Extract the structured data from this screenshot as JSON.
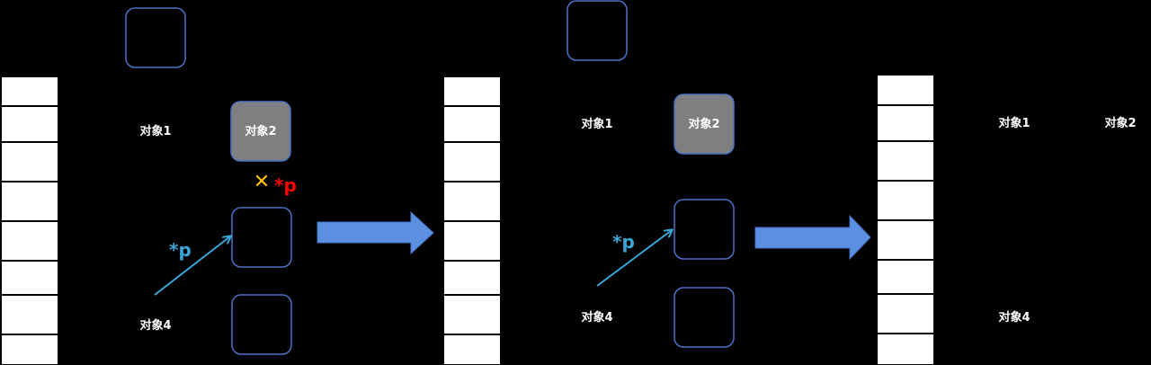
{
  "colors": {
    "background": "#000000",
    "box_stroke": "#4a72c4",
    "box_fill": "#000000",
    "selected_box_fill": "#7f7f7f",
    "memory_cell_fill": "#ffffff",
    "memory_cell_stroke": "#000000",
    "arrow_fill": "#5b8fe0",
    "pointer_color": "#3aa6d8",
    "text_color": "#ffffff",
    "dangling_pointer_color": "#ff0000",
    "cross_color": "#ffc000"
  },
  "icons": {
    "transition_arrow": "right-block-arrow",
    "invalid_mark": "cross-icon"
  },
  "labels": {
    "object_1": "对象1",
    "object_2": "对象2",
    "object_4": "对象4",
    "pointer": "*p",
    "cross": "✕"
  }
}
